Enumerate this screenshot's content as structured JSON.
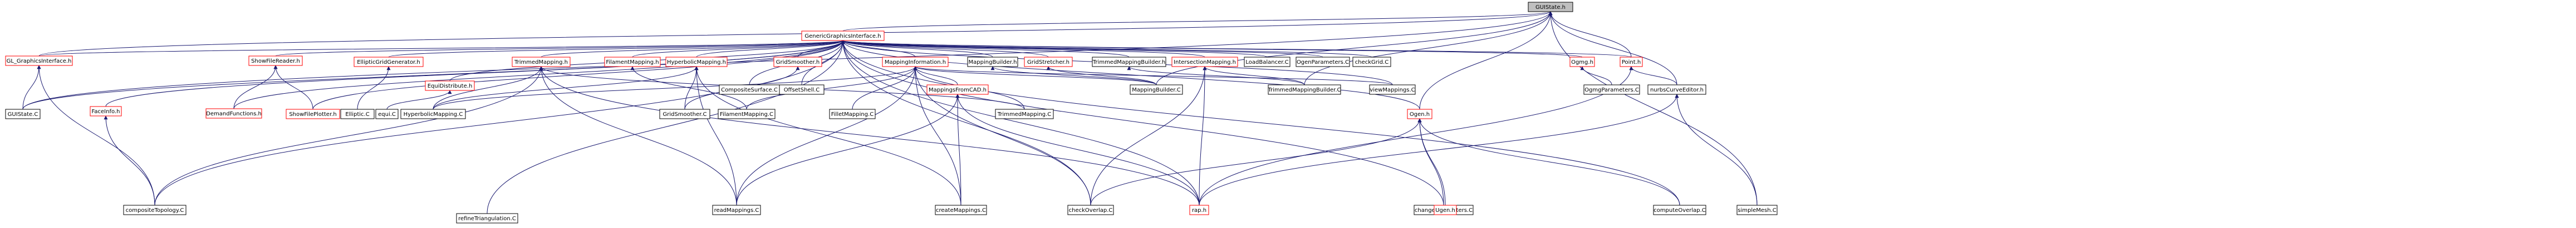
{
  "graph": {
    "nodes": [
      {
        "id": "gui_state_h",
        "label": "GUIState.h",
        "style": "root"
      },
      {
        "id": "generic_graphics_interface_h",
        "label": "GenericGraphicsInterface.h",
        "style": "red"
      },
      {
        "id": "gl_graphics_interface_h",
        "label": "GL_GraphicsInterface.h",
        "style": "red"
      },
      {
        "id": "gui_state_c",
        "label": "GUIState.C",
        "style": "black"
      },
      {
        "id": "face_info_h",
        "label": "FaceInfo.h",
        "style": "red"
      },
      {
        "id": "composite_topology_c",
        "label": "compositeTopology.C",
        "style": "black"
      },
      {
        "id": "show_file_reader_h",
        "label": "ShowFileReader.h",
        "style": "red"
      },
      {
        "id": "demand_functions_h",
        "label": "DemandFunctions.h",
        "style": "red"
      },
      {
        "id": "show_file_plotter_h",
        "label": "ShowFilePlotter.h",
        "style": "red"
      },
      {
        "id": "elliptic_grid_generator_h",
        "label": "EllipticGridGenerator.h",
        "style": "red"
      },
      {
        "id": "elliptic_c",
        "label": "Elliptic.C",
        "style": "black"
      },
      {
        "id": "equ_distribute_h",
        "label": "EquiDistribute.h",
        "style": "red"
      },
      {
        "id": "equi_c",
        "label": "equi.C",
        "style": "black"
      },
      {
        "id": "trimmed_mapping_h",
        "label": "TrimmedMapping.h",
        "style": "red"
      },
      {
        "id": "hyperbolic_mapping_c",
        "label": "HyperbolicMapping.C",
        "style": "black"
      },
      {
        "id": "filament_mapping_h",
        "label": "FilamentMapping.h",
        "style": "red"
      },
      {
        "id": "hyperbolic_mapping_h",
        "label": "HyperbolicMapping.h",
        "style": "red"
      },
      {
        "id": "grid_smoother_c",
        "label": "GridSmoother.C",
        "style": "black"
      },
      {
        "id": "filament_mapping_c",
        "label": "FilamentMapping.C",
        "style": "black"
      },
      {
        "id": "grid_smoother_h",
        "label": "GridSmoother.h",
        "style": "red"
      },
      {
        "id": "composite_surface_c",
        "label": "CompositeSurface.C",
        "style": "black"
      },
      {
        "id": "offset_shell_c",
        "label": "OffsetShell.C",
        "style": "black"
      },
      {
        "id": "mapping_information_h",
        "label": "MappingInformation.h",
        "style": "red"
      },
      {
        "id": "fillet_mapping_c",
        "label": "FilletMapping.C",
        "style": "black"
      },
      {
        "id": "mappings_from_cad_h",
        "label": "MappingsFromCAD.h",
        "style": "red"
      },
      {
        "id": "read_mappings_c",
        "label": "readMappings.C",
        "style": "black"
      },
      {
        "id": "trimmed_mapping_c",
        "label": "TrimmedMapping.C",
        "style": "black"
      },
      {
        "id": "create_mappings_c",
        "label": "createMappings.C",
        "style": "black"
      },
      {
        "id": "mapping_builder_h",
        "label": "MappingBuilder.h",
        "style": "black"
      },
      {
        "id": "grid_stretcher_h",
        "label": "GridStretcher.h",
        "style": "red"
      },
      {
        "id": "check_overlap_c",
        "label": "checkOverlap.C",
        "style": "black"
      },
      {
        "id": "trimmed_mapping_builder_h",
        "label": "TrimmedMappingBuilder.h",
        "style": "black"
      },
      {
        "id": "intersection_mapping_h",
        "label": "IntersectionMapping.h",
        "style": "red"
      },
      {
        "id": "mapping_builder_c",
        "label": "MappingBuilder.C",
        "style": "black"
      },
      {
        "id": "rap_h",
        "label": "rap.h",
        "style": "red"
      },
      {
        "id": "load_balancer_c",
        "label": "LoadBalancer.C",
        "style": "black"
      },
      {
        "id": "trimmed_mapping_builder_c",
        "label": "TrimmedMappingBuilder.C",
        "style": "black"
      },
      {
        "id": "ogen_parameters_c",
        "label": "OgenParameters.C",
        "style": "black"
      },
      {
        "id": "view_mappings_c",
        "label": "viewMappings.C",
        "style": "black"
      },
      {
        "id": "check_grid_c",
        "label": "checkGrid.C",
        "style": "black"
      },
      {
        "id": "ogen_h",
        "label": "Ogen.h",
        "style": "red"
      },
      {
        "id": "change_parameters_c",
        "label": "changeParameters.C",
        "style": "black"
      },
      {
        "id": "ugen_h",
        "label": "Ugen.h",
        "style": "red"
      },
      {
        "id": "ogmg_h",
        "label": "Ogmg.h",
        "style": "red"
      },
      {
        "id": "ogmg_parameters_c",
        "label": "OgmgParameters.C",
        "style": "black"
      },
      {
        "id": "point_h",
        "label": "Point.h",
        "style": "red"
      },
      {
        "id": "compute_overlap_c",
        "label": "computeOverlap.C",
        "style": "black"
      },
      {
        "id": "nurbs_curve_editor_h",
        "label": "nurbsCurveEditor.h",
        "style": "black"
      },
      {
        "id": "simple_mesh_c",
        "label": "simpleMesh.C",
        "style": "black"
      },
      {
        "id": "refine_triangulation_c",
        "label": "refineTriangulation.C",
        "style": "black"
      }
    ]
  }
}
